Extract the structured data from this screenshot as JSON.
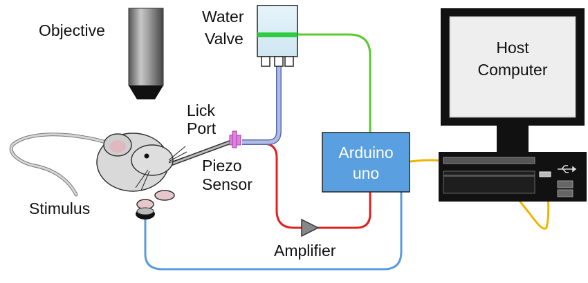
{
  "labels": {
    "objective": "Objective",
    "water_valve_line1": "Water",
    "water_valve_line2": "Valve",
    "host_computer_line1": "Host",
    "host_computer_line2": "Computer",
    "lick_port_line1": "Lick",
    "lick_port_line2": "Port",
    "piezo_sensor_line1": "Piezo",
    "piezo_sensor_line2": "Sensor",
    "arduino_line1": "Arduino",
    "arduino_line2": "uno",
    "stimulus": "Stimulus",
    "amplifier": "Amplifier"
  },
  "colors": {
    "arduino_box": "#5aa0e0",
    "green_wire": "#5cc832",
    "red_wire": "#e02020",
    "blue_wire": "#5a9be0",
    "yellow_wire": "#f0b400",
    "water_tube": "#9aa8d8",
    "lick_port_tip": "#e080e0",
    "valve_band": "#2ecc40",
    "monitor": "#111111",
    "screen": "#eeeeee"
  },
  "icons": {
    "usb": "usb-icon",
    "mouse": "mouse-illustration"
  }
}
